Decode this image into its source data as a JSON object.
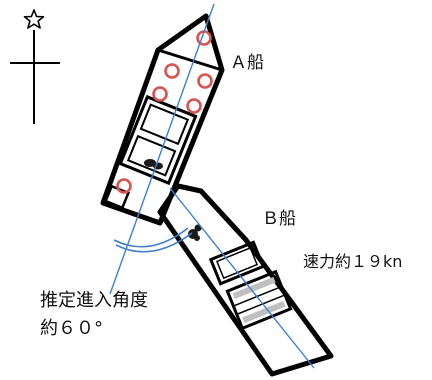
{
  "ship_a": {
    "label": "Ａ船"
  },
  "ship_b": {
    "label": "Ｂ船",
    "speed_label": "速力約１９kn"
  },
  "angle": {
    "line1": "推定進入角度",
    "line2": "約６０°"
  },
  "colors": {
    "hull": "#000000",
    "centerline": "#3f7fd0",
    "arc": "#3f7fd0",
    "ring": "#d9534f",
    "window_fill": "#bfbfbf"
  },
  "icons": {
    "north": "north-arrow-icon",
    "star": "star-icon"
  }
}
